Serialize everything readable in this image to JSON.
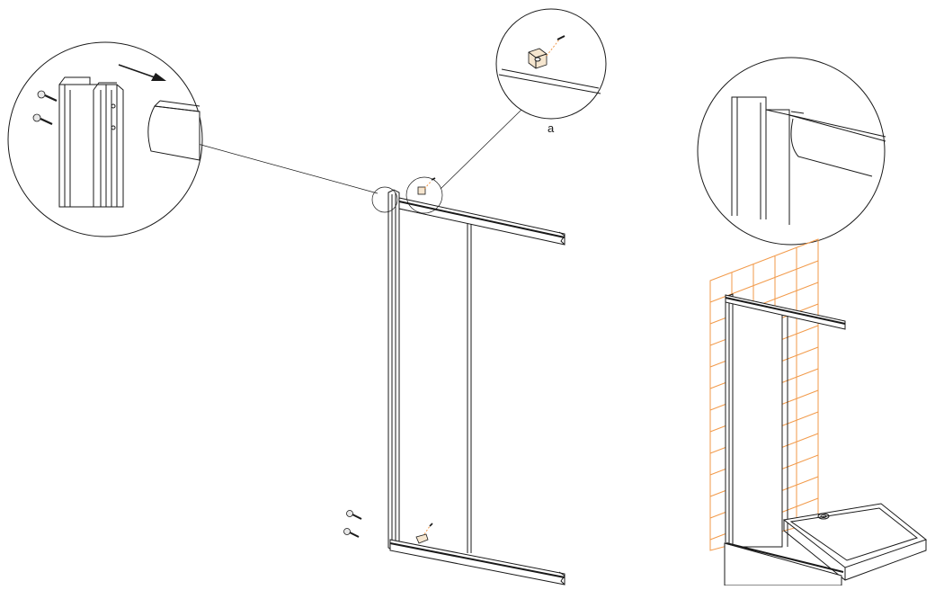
{
  "diagram": {
    "callout_label": "a",
    "tile_color": "#f29a4a",
    "parts": [
      {
        "name": "shower-enclosure-panel"
      },
      {
        "name": "top-rail"
      },
      {
        "name": "bottom-rail"
      },
      {
        "name": "wall-profile"
      },
      {
        "name": "screw"
      },
      {
        "name": "end-cap"
      },
      {
        "name": "shower-tray"
      }
    ]
  }
}
